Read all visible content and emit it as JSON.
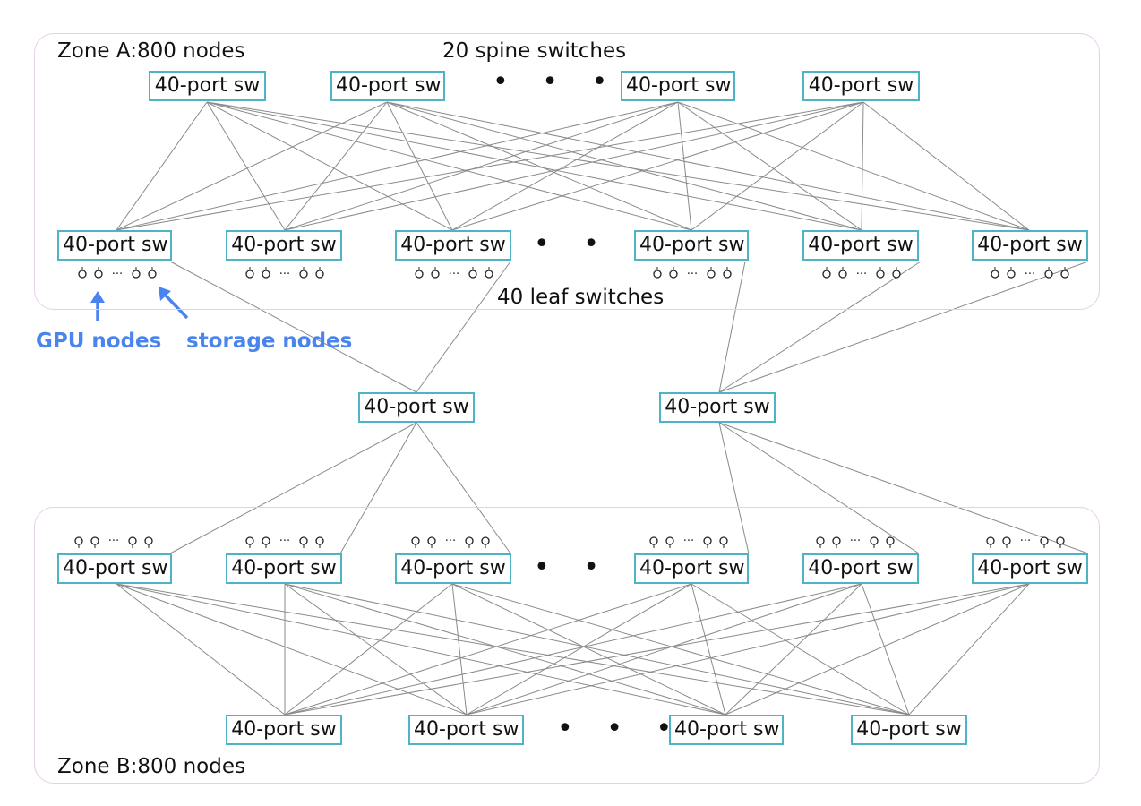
{
  "diagram": {
    "switch_label": "40-port sw",
    "zone_a_label": "Zone A:800 nodes",
    "zone_b_label": "Zone B:800 nodes",
    "spine_label": "20 spine switches",
    "leaf_label": "40 leaf switches",
    "gpu_label": "GPU nodes",
    "storage_label": "storage nodes",
    "ellipsis": "• • •",
    "port_ellipsis": "···",
    "colors": {
      "switch_border": "#4fb3c6",
      "zone_border": "#e6cfe8",
      "annotation": "#4a84ee",
      "link": "#8a8a8a"
    }
  }
}
